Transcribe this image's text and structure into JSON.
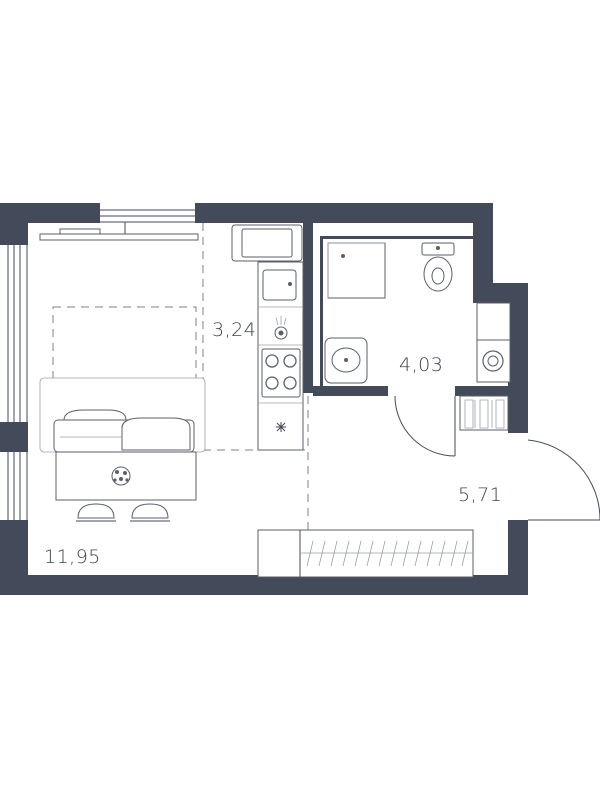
{
  "rooms": {
    "living": {
      "area": "11,95"
    },
    "kitchen": {
      "area": "3,24"
    },
    "bathroom": {
      "area": "4,03"
    },
    "hallway": {
      "area": "5,71"
    }
  },
  "colors": {
    "wall": "#434a59",
    "line": "#5a606b",
    "label": "#3a4150"
  }
}
